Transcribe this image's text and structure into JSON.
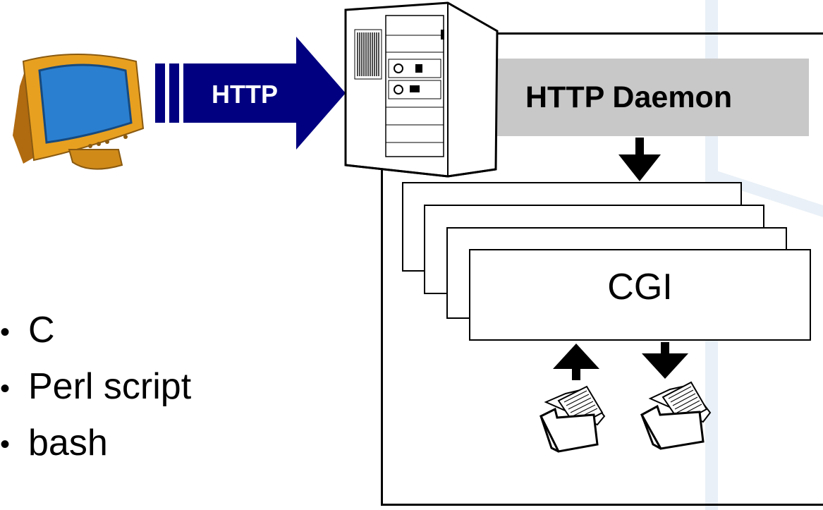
{
  "arrow": {
    "protocol_label": "HTTP"
  },
  "server": {
    "daemon_label": "HTTP Daemon"
  },
  "cgi": {
    "label": "CGI"
  },
  "languages": [
    {
      "label": "C"
    },
    {
      "label": "Perl script"
    },
    {
      "label": "bash"
    }
  ],
  "colors": {
    "arrow_fill": "#000080",
    "daemon_bar": "#c8c8c8",
    "background_band": "#e9f0f7",
    "monitor_body": "#e8a020",
    "monitor_screen": "#2a7fd0"
  },
  "icons": [
    "monitor-icon",
    "server-tower-icon",
    "down-arrow-icon",
    "up-arrow-icon",
    "folder-with-documents-icon"
  ]
}
